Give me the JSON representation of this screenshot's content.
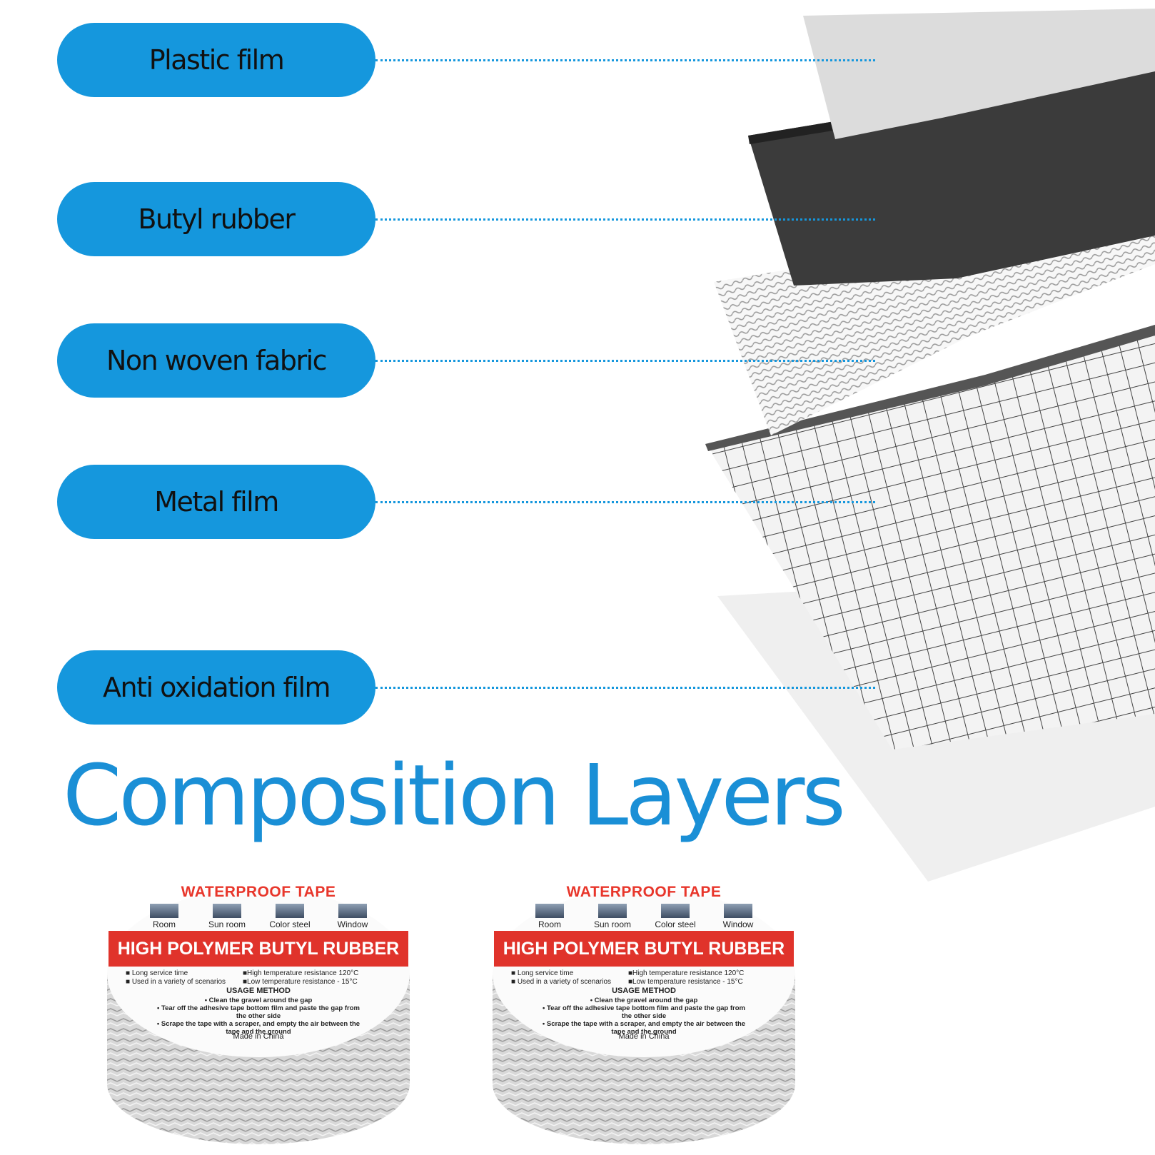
{
  "layers": [
    {
      "label": "Plastic film"
    },
    {
      "label": "Butyl rubber"
    },
    {
      "label": "Non woven fabric"
    },
    {
      "label": "Metal film"
    },
    {
      "label": "Anti oxidation film"
    }
  ],
  "title": "Composition Layers",
  "colors": {
    "accent": "#1597dd",
    "title": "#1a8fd6",
    "label_red": "#e0332b"
  },
  "product": {
    "heading": "WATERPROOF TAPE",
    "scenes": [
      "Room",
      "Sun room",
      "Color steel",
      "Window"
    ],
    "banner": "HIGH POLYMER BUTYL RUBBER",
    "features_left": [
      "Long service time",
      "Used in a variety of scenarios"
    ],
    "features_right": [
      "High temperature resistance 120°C",
      "Low temperature resistance - 15°C"
    ],
    "usage_title": "USAGE METHOD",
    "usage_steps": [
      "Clean the gravel around the gap",
      "Tear off the adhesive tape bottom film and paste the gap from the other side",
      "Scrape the tape with a scraper, and empty the air between the tape and the ground"
    ],
    "origin": "Made in China"
  }
}
